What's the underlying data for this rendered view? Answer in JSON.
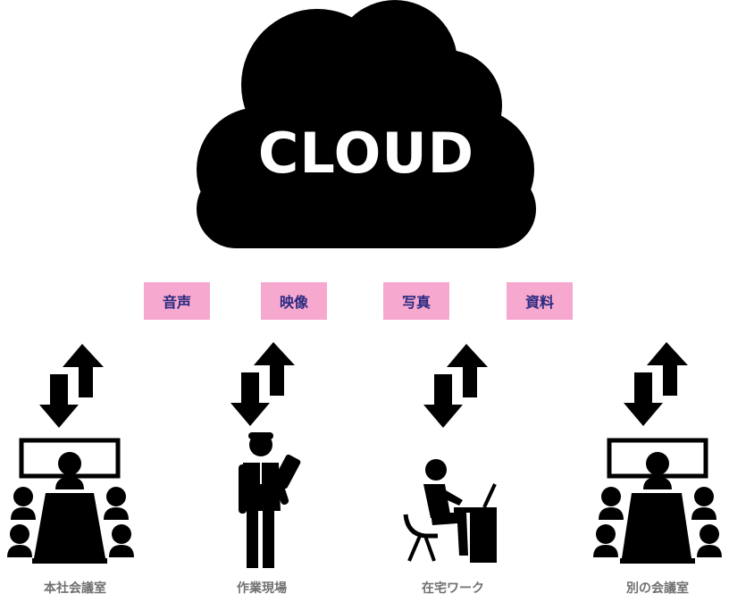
{
  "cloud": {
    "title": "CLOUD"
  },
  "data_types": [
    "音声",
    "映像",
    "写真",
    "資料"
  ],
  "locations": [
    "本社会議室",
    "作業現場",
    "在宅ワーク",
    "別の会議室"
  ],
  "colors": {
    "tag_background": "#f7a8cf",
    "tag_text": "#2a2a80",
    "label_text": "#707070",
    "shapes": "#000000"
  }
}
